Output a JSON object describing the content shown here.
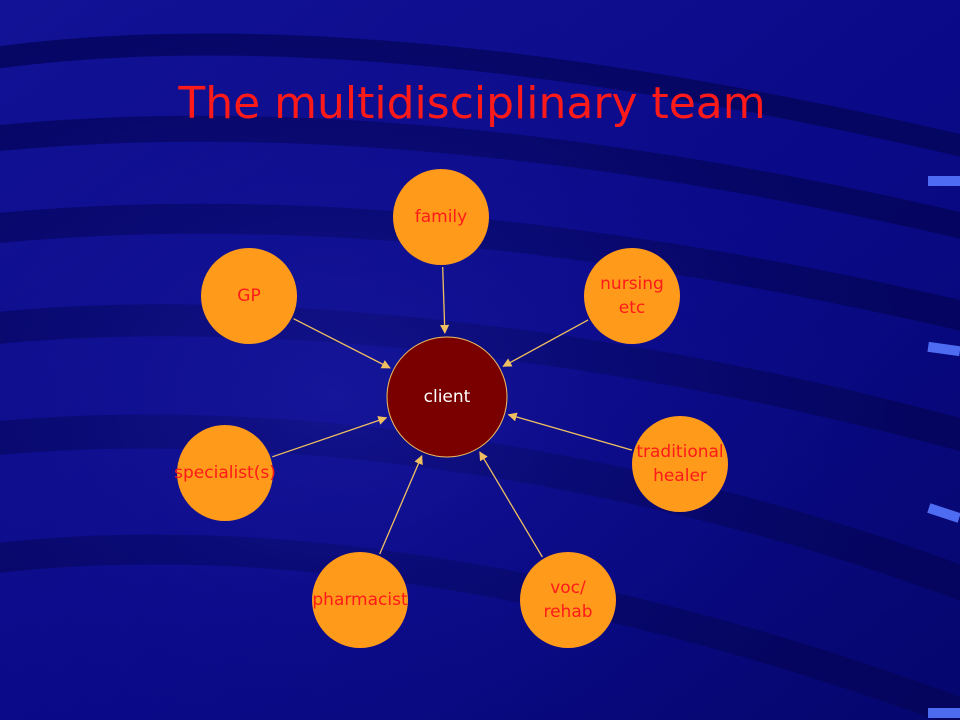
{
  "slide": {
    "title": "The multidisciplinary team"
  },
  "diagram": {
    "colors": {
      "background": "#0a0a8c",
      "title": "#ff1a1a",
      "node_fill": "#ff9a1a",
      "node_text": "#ff1a1a",
      "center_fill": "#7a0000",
      "center_text": "#ffffff",
      "connector": "#f0c060",
      "accent_bar": "#5577ff"
    },
    "center": {
      "id": "client",
      "label": [
        "client"
      ]
    },
    "nodes": [
      {
        "id": "family",
        "label": [
          "family"
        ]
      },
      {
        "id": "gp",
        "label": [
          "GP"
        ]
      },
      {
        "id": "nursing",
        "label": [
          "nursing",
          "etc"
        ]
      },
      {
        "id": "specialist",
        "label": [
          "specialist(s)"
        ]
      },
      {
        "id": "traditional-healer",
        "label": [
          "traditional",
          "healer"
        ]
      },
      {
        "id": "pharmacist",
        "label": [
          "pharmacist"
        ]
      },
      {
        "id": "voc-rehab",
        "label": [
          "voc/",
          "rehab"
        ]
      }
    ]
  }
}
